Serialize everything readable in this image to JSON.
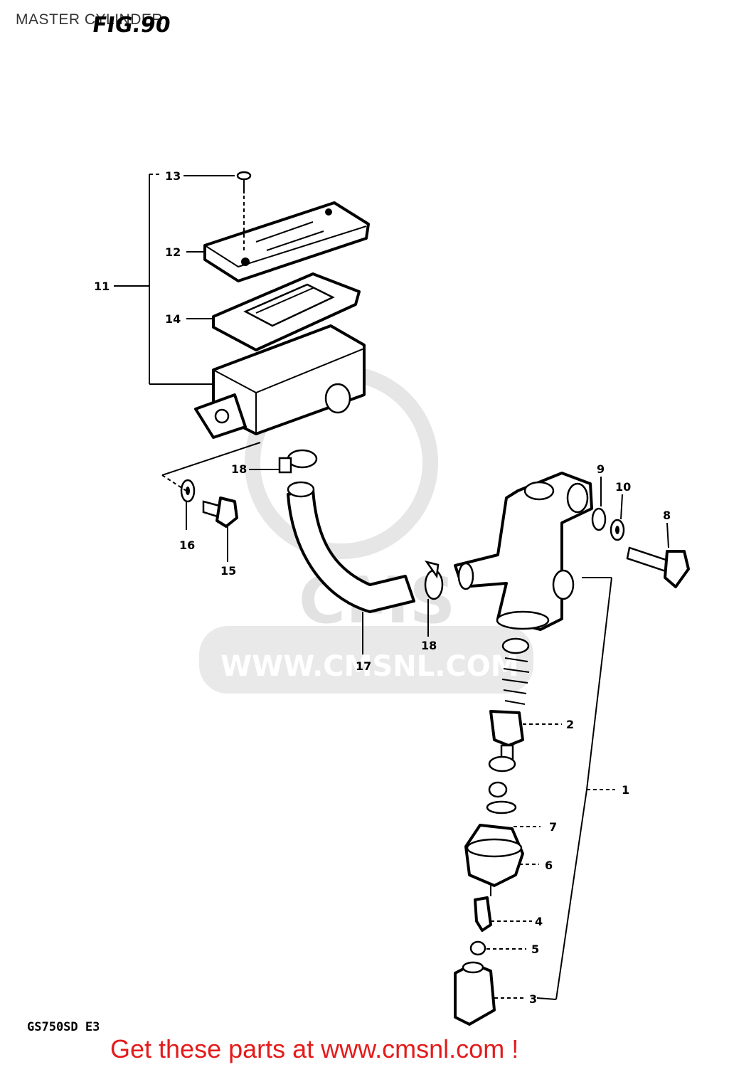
{
  "page": {
    "title": "MASTER CYLINDER",
    "figure_number": "FIG.90",
    "model_code": "GS750SD E3",
    "footer_text": "Get these parts at www.cmsnl.com !"
  },
  "watermark": {
    "brand": "CMS",
    "url": "WWW.CMSNL.COM"
  },
  "callouts": [
    "1",
    "2",
    "3",
    "4",
    "5",
    "6",
    "7",
    "8",
    "9",
    "10",
    "11",
    "12",
    "13",
    "14",
    "15",
    "16",
    "17",
    "18",
    "18"
  ]
}
